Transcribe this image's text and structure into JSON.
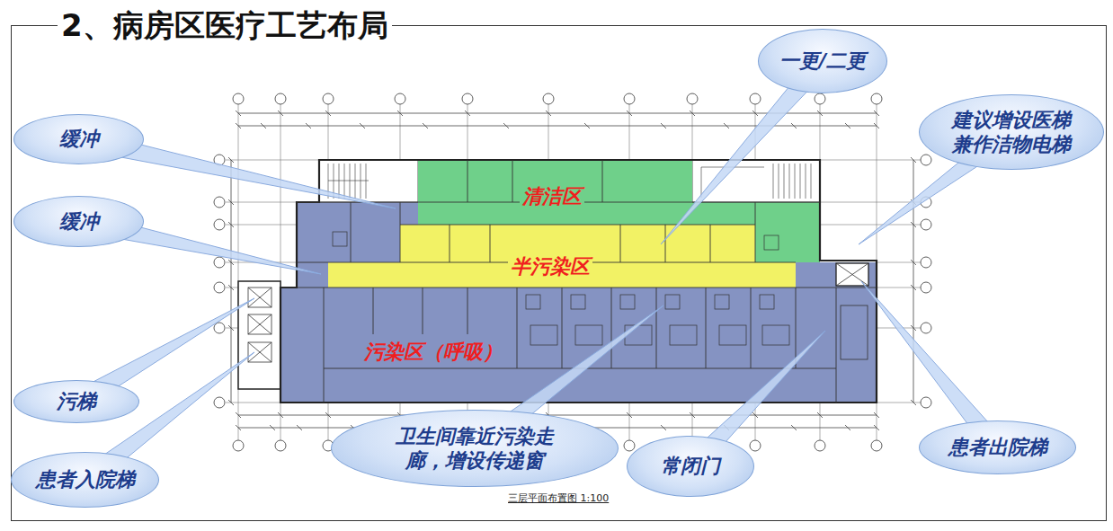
{
  "diagram": {
    "title": "2、病房区医疗工艺布局",
    "caption": "三层平面布置图 1:100",
    "nodes": [
      {
        "text": [
          "清洁区"
        ]
      },
      {
        "text": [
          "半污染区"
        ]
      },
      {
        "text": [
          "污染区（呼吸）"
        ]
      },
      {
        "text": [
          "缓冲"
        ]
      },
      {
        "text": [
          "缓冲"
        ]
      },
      {
        "text": [
          "一更/二更"
        ]
      },
      {
        "text": [
          "建议增设医梯兼作洁物电梯"
        ]
      },
      {
        "text": [
          "污梯"
        ]
      },
      {
        "text": [
          "患者入院梯"
        ]
      },
      {
        "text": [
          "卫生间靠近污染走廊，增设传递窗"
        ]
      },
      {
        "text": [
          "常闭门"
        ]
      },
      {
        "text": [
          "患者出院梯"
        ]
      }
    ]
  }
}
